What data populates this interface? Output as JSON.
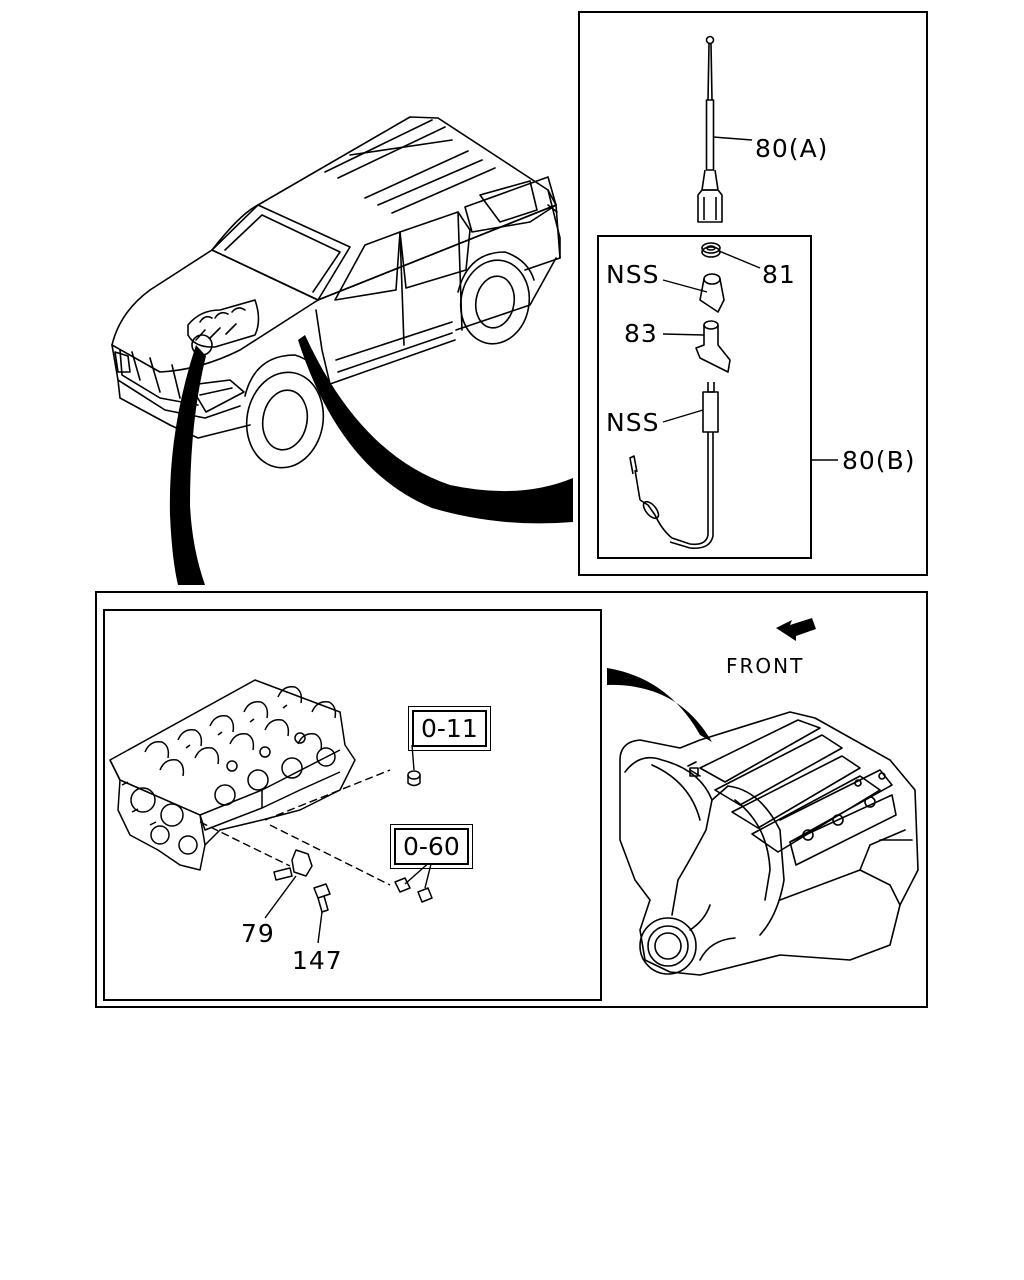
{
  "callouts": {
    "antenna_mast": "80(A)",
    "antenna_assembly": "80(B)",
    "nut": "81",
    "nss_upper": "NSS",
    "base": "83",
    "nss_lower": "NSS",
    "ref_upper": "0-11",
    "ref_lower": "0-60",
    "sensor": "79",
    "bolt": "147",
    "direction": "FRONT"
  }
}
